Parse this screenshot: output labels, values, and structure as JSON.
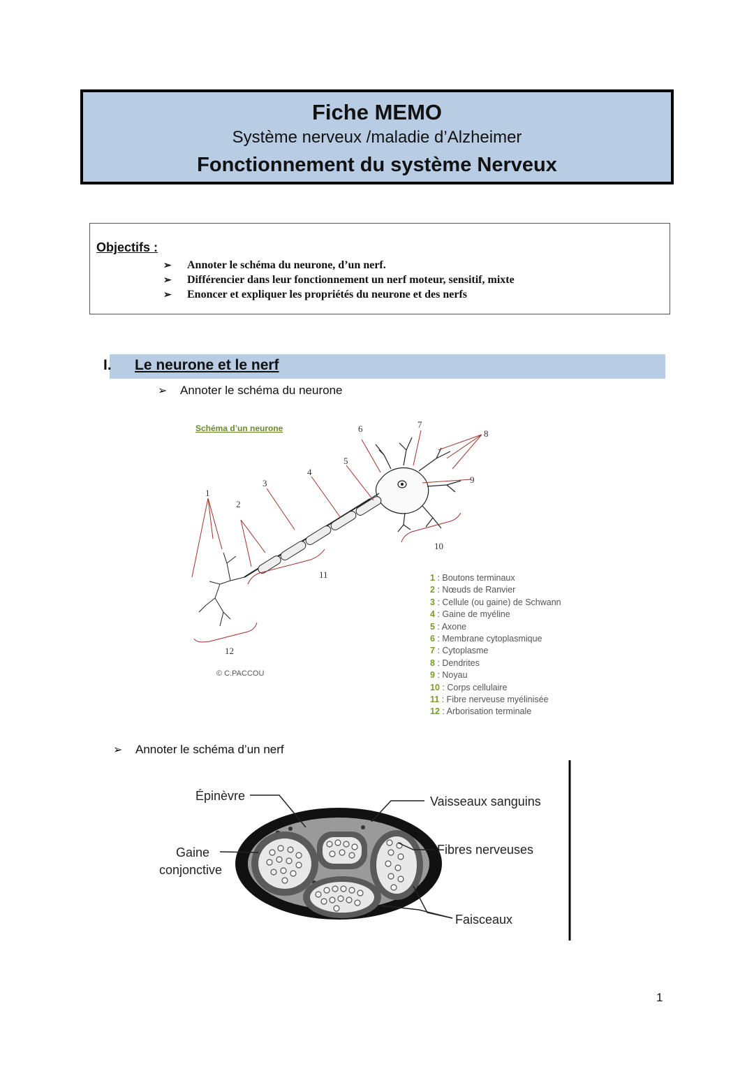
{
  "header": {
    "title": "Fiche MEMO",
    "subtitle": "Système nerveux /maladie d’Alzheimer",
    "heading": "Fonctionnement du système Nerveux"
  },
  "objectives": {
    "label": "Objectifs :",
    "items": [
      "Annoter le schéma du neurone, d’un nerf.",
      "Différencier dans leur fonctionnement un nerf moteur, sensitif, mixte",
      "Enoncer et expliquer les propriétés du neurone et des nerfs"
    ]
  },
  "section": {
    "number": "I.",
    "title": "Le neurone et le nerf"
  },
  "neuron": {
    "instruction": "Annoter le schéma du neurone",
    "diagram_title": "Schéma d’un neurone",
    "copyright": "© C.PACCOU",
    "callout_numbers": [
      "1",
      "2",
      "3",
      "4",
      "5",
      "6",
      "7",
      "8",
      "9",
      "10",
      "11",
      "12"
    ],
    "legend": [
      {
        "num": "1",
        "text": ": Boutons terminaux"
      },
      {
        "num": "2",
        "text": ": Nœuds de Ranvier"
      },
      {
        "num": "3",
        "text": ": Cellule (ou gaine) de Schwann"
      },
      {
        "num": "4",
        "text": ": Gaine de myéline"
      },
      {
        "num": "5",
        "text": ": Axone"
      },
      {
        "num": "6",
        "text": ": Membrane cytoplasmique"
      },
      {
        "num": "7",
        "text": ": Cytoplasme"
      },
      {
        "num": "8",
        "text": ": Dendrites"
      },
      {
        "num": "9",
        "text": ": Noyau"
      },
      {
        "num": "10",
        "text": ": Corps cellulaire"
      },
      {
        "num": "11",
        "text": ": Fibre nerveuse myélinisée"
      },
      {
        "num": "12",
        "text": ": Arborisation terminale"
      }
    ]
  },
  "nerve": {
    "instruction": "Annoter le schéma d’un nerf",
    "labels": {
      "epinevre": "Épinèvre",
      "vaisseaux": "Vaisseaux sanguins",
      "gaine_line1": "Gaine",
      "gaine_line2": "conjonctive",
      "fibres": "Fibres nerveuses",
      "faisceaux": "Faisceaux"
    }
  },
  "page_number": "1"
}
